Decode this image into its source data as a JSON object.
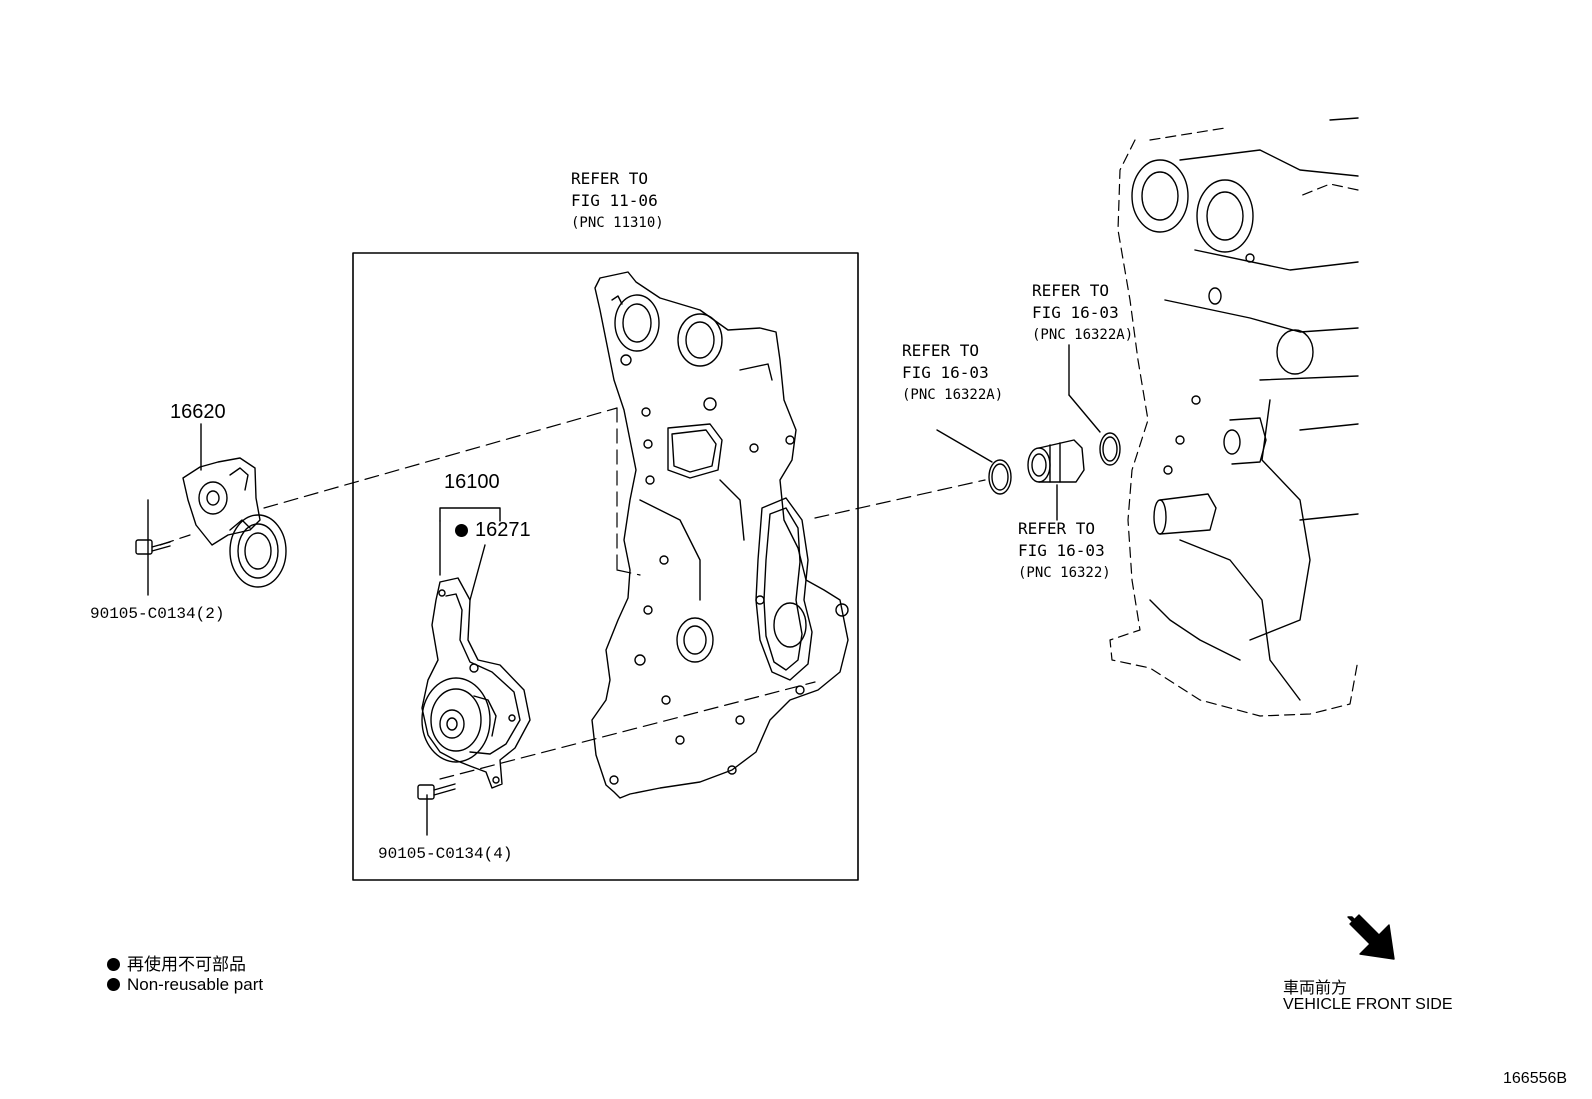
{
  "refs": {
    "timing_cover": {
      "line1": "REFER TO",
      "line2": "FIG 11-06",
      "line3": "(PNC 11310)"
    },
    "oring_left": {
      "line1": "REFER TO",
      "line2": "FIG 16-03",
      "line3": "(PNC 16322A)"
    },
    "oring_right": {
      "line1": "REFER TO",
      "line2": "FIG 16-03",
      "line3": "(PNC 16322A)"
    },
    "inlet": {
      "line1": "REFER TO",
      "line2": "FIG 16-03",
      "line3": "(PNC 16322)"
    }
  },
  "parts": {
    "tensioner": "16620",
    "water_pump": "16100",
    "gasket": "16271",
    "bolt_tensioner": "90105-C0134(2)",
    "bolt_pump": "90105-C0134(4)"
  },
  "legend": {
    "jp": "再使用不可部品",
    "en": "Non-reusable part"
  },
  "direction": {
    "jp": "車両前方",
    "en": "VEHICLE FRONT SIDE"
  },
  "figure_id": "166556B"
}
